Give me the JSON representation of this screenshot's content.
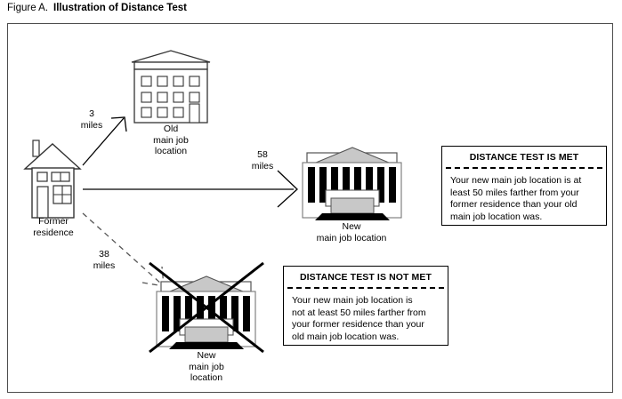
{
  "figure": {
    "label": "Figure A.",
    "title": "Illustration of Distance Test"
  },
  "nodes": {
    "former_residence": {
      "icon": "house-icon",
      "caption_lines": [
        "Former",
        "residence"
      ]
    },
    "old_job": {
      "icon": "office-building-icon",
      "caption_lines": [
        "Old",
        "main job",
        "location"
      ]
    },
    "new_job_met": {
      "icon": "classical-building-icon",
      "caption_lines": [
        "New",
        "main job location"
      ]
    },
    "new_job_not_met": {
      "icon": "classical-building-icon",
      "caption_lines": [
        "New",
        "main job",
        "location"
      ],
      "crossed_out": true
    }
  },
  "distances": {
    "residence_to_old_job": {
      "value": "3",
      "unit": "miles",
      "arrow": "solid"
    },
    "residence_to_new_job_met": {
      "value": "58",
      "unit": "miles",
      "arrow": "solid"
    },
    "residence_to_new_job_not_met": {
      "value": "38",
      "unit": "miles",
      "arrow": "dashed"
    }
  },
  "result_met": {
    "heading": "DISTANCE TEST IS MET",
    "body_lines": [
      "Your new main job location is at",
      "least 50 miles farther from your",
      "former residence than your old",
      "main job location was."
    ]
  },
  "result_not_met": {
    "heading": "DISTANCE TEST IS NOT MET",
    "body_lines": [
      "Your new main job location is",
      "not at least 50 miles farther from",
      "your former residence than your",
      "old main job location was."
    ]
  },
  "colors": {
    "ink": "#000000",
    "frame": "#4d4d4d",
    "fill_gray": "#c8c8c8",
    "paper": "#ffffff"
  }
}
